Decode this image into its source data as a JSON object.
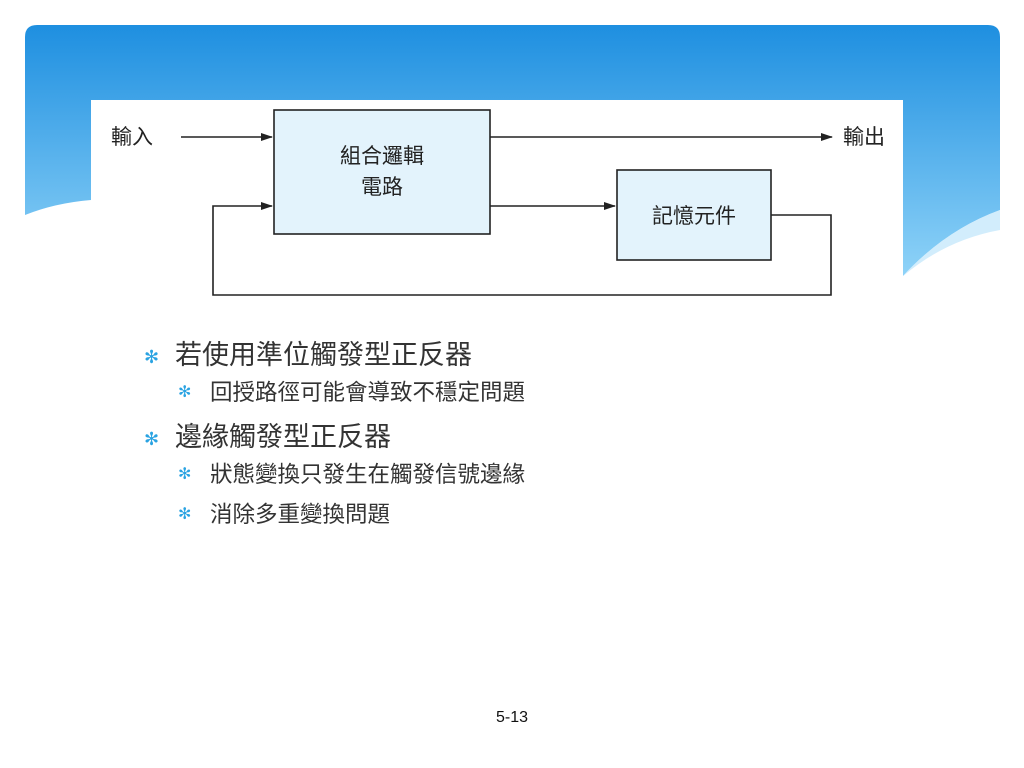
{
  "colors": {
    "header_top": "#1e8fe0",
    "header_bottom": "#8fd3f8",
    "box_fill": "#e3f3fc",
    "bullet": "#2aa3e2",
    "line": "#222222"
  },
  "diagram": {
    "input_label": "輸入",
    "output_label": "輸出",
    "combo_line1": "組合邏輯",
    "combo_line2": "電路",
    "memory_label": "記憶元件"
  },
  "bullets": [
    {
      "text": "若使用準位觸發型正反器",
      "children": [
        "回授路徑可能會導致不穩定問題"
      ]
    },
    {
      "text": "邊緣觸發型正反器",
      "children": [
        "狀態變換只發生在觸發信號邊緣",
        "消除多重變換問題"
      ]
    }
  ],
  "bullet_icon": "asterisk-bullet-icon",
  "page_number": "5-13"
}
